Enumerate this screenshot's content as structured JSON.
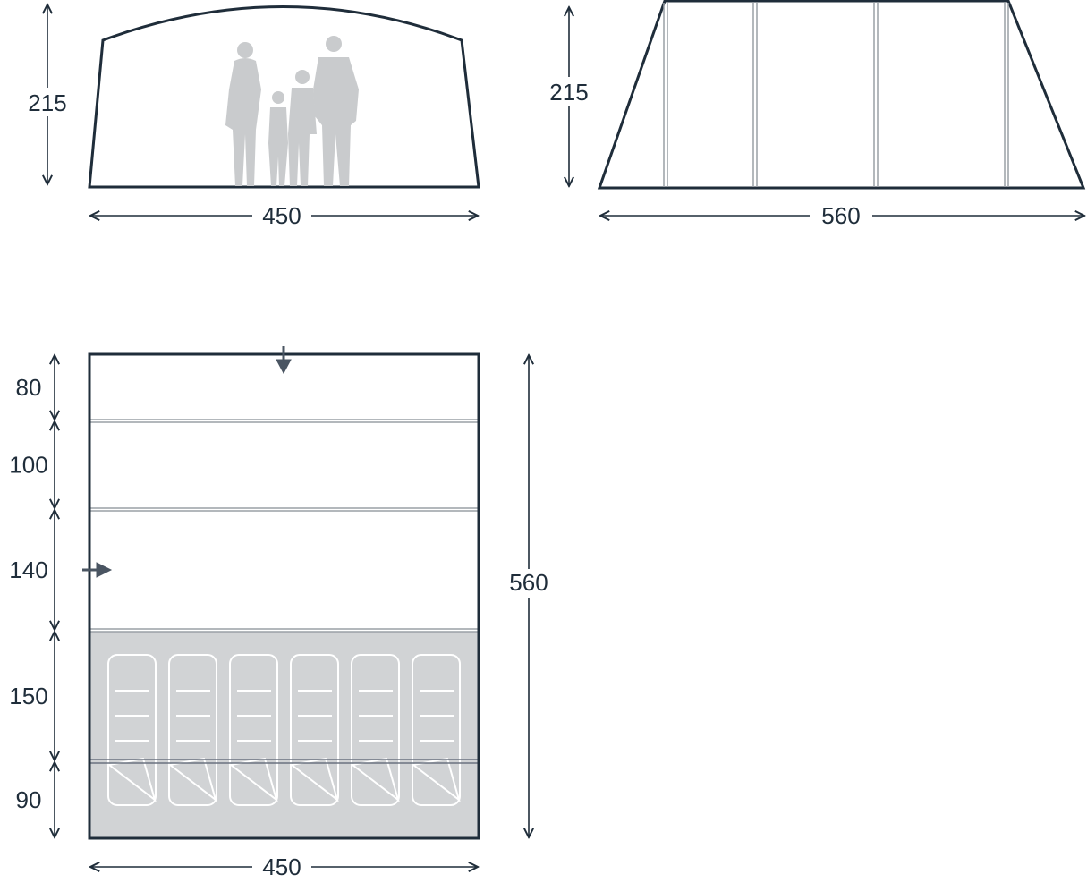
{
  "front_view": {
    "height_label": "215",
    "width_label": "450"
  },
  "side_view": {
    "height_label": "215",
    "width_label": "560"
  },
  "floor_plan": {
    "section_labels": [
      "80",
      "100",
      "140",
      "150",
      "90"
    ],
    "length_label": "560",
    "width_label": "450",
    "bed_count": 6
  },
  "colors": {
    "outline": "#1f2d3a",
    "bedroom_fill": "#d1d3d5",
    "silhouette": "#c9cbcd"
  }
}
